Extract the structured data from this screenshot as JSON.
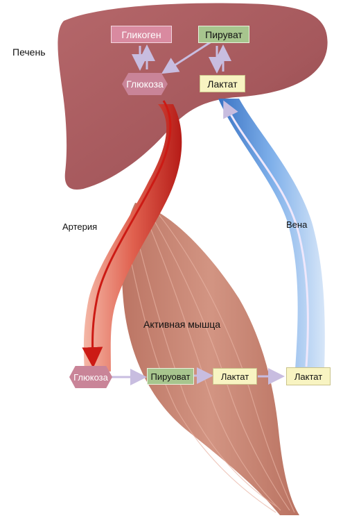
{
  "labels": {
    "liver": "Печень",
    "artery": "Артерия",
    "vein": "Вена",
    "muscle": "Активная мышца"
  },
  "liver_nodes": {
    "glycogen": "Гликоген",
    "pyruvate": "Пируват",
    "glucose": "Глюкоза",
    "lactate": "Лактат"
  },
  "muscle_nodes": {
    "glucose": "Глюкоза",
    "pyruvate": "Пируоват",
    "lactate": "Лактат",
    "lactate_out": "Лактат"
  },
  "colors": {
    "liver": "#a5585c",
    "muscle": "#c87e6b",
    "artery": "#cc2a23",
    "vein": "#4f8fd6",
    "glycogen_fill": "#d98aa0",
    "pyruvate_fill": "#a7c58e",
    "lactate_fill": "#f8f4c2",
    "glucose_fill": "#c98498",
    "arrow": "#c8bde0"
  }
}
